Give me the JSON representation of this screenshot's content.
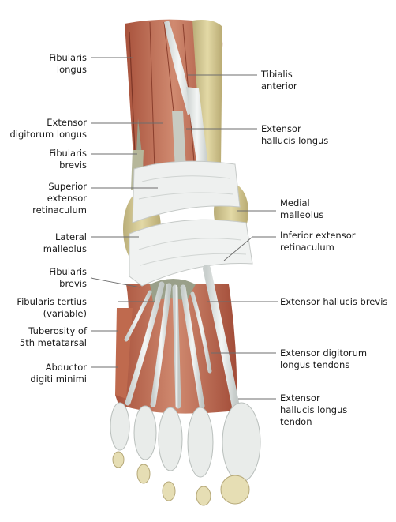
{
  "labels_left": [
    {
      "id": "fibularis-longus",
      "text": "Fibularis\nlongus"
    },
    {
      "id": "extensor-digitorum-longus",
      "text": "Extensor\ndigitorum longus"
    },
    {
      "id": "fibularis-brevis-upper",
      "text": "Fibularis\nbrevis"
    },
    {
      "id": "superior-extensor-retinaculum",
      "text": "Superior\nextensor\nretinaculum"
    },
    {
      "id": "lateral-malleolus",
      "text": "Lateral\nmalleolus"
    },
    {
      "id": "fibularis-brevis-lower",
      "text": "Fibularis\nbrevis"
    },
    {
      "id": "fibularis-tertius",
      "text": "Fibularis tertius\n(variable)"
    },
    {
      "id": "tuberosity-5th-metatarsal",
      "text": "Tuberosity of\n5th metatarsal"
    },
    {
      "id": "abductor-digiti-minimi",
      "text": "Abductor\ndigiti minimi"
    }
  ],
  "labels_right": [
    {
      "id": "tibialis-anterior",
      "text": "Tibialis\nanterior"
    },
    {
      "id": "extensor-hallucis-longus",
      "text": "Extensor\nhallucis longus"
    },
    {
      "id": "medial-malleolus",
      "text": "Medial\nmalleolus"
    },
    {
      "id": "inferior-extensor-retinaculum",
      "text": "Inferior extensor\nretinaculum"
    },
    {
      "id": "extensor-hallucis-brevis",
      "text": "Extensor hallucis brevis"
    },
    {
      "id": "extensor-digitorum-longus-tendons",
      "text": "Extensor digitorum\nlongus tendons"
    },
    {
      "id": "extensor-hallucis-longus-tendon",
      "text": "Extensor\nhallucis longus\ntendon"
    }
  ]
}
